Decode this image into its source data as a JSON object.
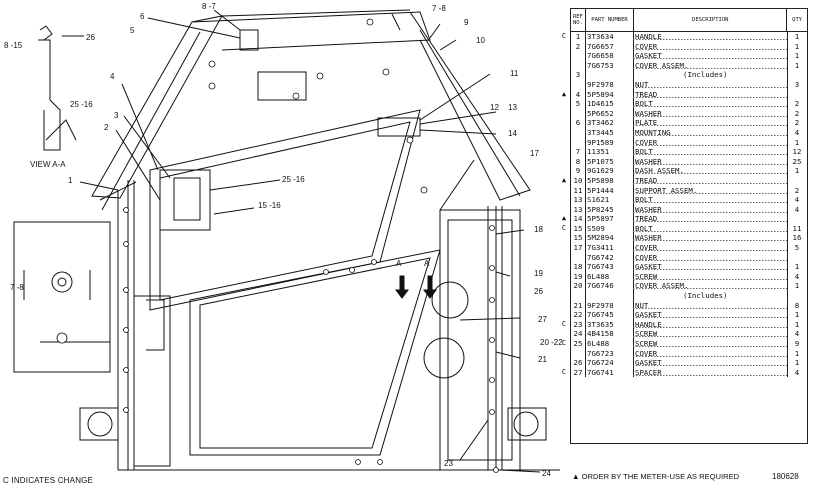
{
  "drawing": {
    "view_label": "VIEW A-A",
    "section_markers": [
      "A",
      "A"
    ],
    "callouts": [
      "8 -7",
      "7 -8",
      "6",
      "9",
      "5",
      "10",
      "26",
      "8 -15",
      "11",
      "4",
      "12",
      "13",
      "14",
      "25 -16",
      "3",
      "2",
      "17",
      "25 -16",
      "15 -16",
      "1",
      "18",
      "19",
      "26",
      "27",
      "20 -22",
      "21",
      "23",
      "24",
      "7 -8"
    ]
  },
  "table": {
    "headers": {
      "ref_no": "REF NO.",
      "part_number": "PART NUMBER",
      "description": "DESCRIPTION",
      "qty": "QTY"
    },
    "rows": [
      {
        "mark": "C",
        "no": "1",
        "pn": "3T3634",
        "desc": "HANDLE",
        "qty": "1"
      },
      {
        "mark": "",
        "no": "2",
        "pn": "7G6657",
        "desc": "COVER",
        "qty": "1"
      },
      {
        "mark": "",
        "no": "",
        "pn": "7G6658",
        "desc": "GASKET",
        "qty": "1"
      },
      {
        "mark": "",
        "no": "",
        "pn": "7G6753",
        "desc": "COVER ASSEM.",
        "qty": "1"
      },
      {
        "mark": "",
        "no": "3",
        "pn": "",
        "desc": "(Includes)",
        "qty": ""
      },
      {
        "mark": "",
        "no": "",
        "pn": "9F2978",
        "desc": "NUT",
        "qty": "3"
      },
      {
        "mark": "▲",
        "no": "4",
        "pn": "5P5894",
        "desc": "TREAD",
        "qty": ""
      },
      {
        "mark": "",
        "no": "5",
        "pn": "1D4615",
        "desc": "BOLT",
        "qty": "2"
      },
      {
        "mark": "",
        "no": "",
        "pn": "5P6652",
        "desc": "WASHER",
        "qty": "2"
      },
      {
        "mark": "",
        "no": "6",
        "pn": "3T3462",
        "desc": "PLATE",
        "qty": "2"
      },
      {
        "mark": "",
        "no": "",
        "pn": "3T3445",
        "desc": "MOUNTING",
        "qty": "4"
      },
      {
        "mark": "",
        "no": "",
        "pn": "9P1589",
        "desc": "COVER",
        "qty": "1"
      },
      {
        "mark": "",
        "no": "7",
        "pn": "11351",
        "desc": "BOLT",
        "qty": "12"
      },
      {
        "mark": "",
        "no": "8",
        "pn": "5P1075",
        "desc": "WASHER",
        "qty": "25"
      },
      {
        "mark": "",
        "no": "9",
        "pn": "9G1629",
        "desc": "DASH ASSEM.",
        "qty": "1"
      },
      {
        "mark": "▲",
        "no": "10",
        "pn": "5P5898",
        "desc": "TREAD",
        "qty": ""
      },
      {
        "mark": "",
        "no": "11",
        "pn": "5P1444",
        "desc": "SUPPORT ASSEM.",
        "qty": "2"
      },
      {
        "mark": "",
        "no": "13",
        "pn": "S1621",
        "desc": "BOLT",
        "qty": "4"
      },
      {
        "mark": "",
        "no": "13",
        "pn": "5P8245",
        "desc": "WASHER",
        "qty": "4"
      },
      {
        "mark": "▲",
        "no": "14",
        "pn": "5P5897",
        "desc": "TREAD",
        "qty": ""
      },
      {
        "mark": "C",
        "no": "15",
        "pn": "S509",
        "desc": "BOLT",
        "qty": "11"
      },
      {
        "mark": "",
        "no": "15",
        "pn": "5M2894",
        "desc": "WASHER",
        "qty": "16"
      },
      {
        "mark": "",
        "no": "17",
        "pn": "7G3411",
        "desc": "COVER",
        "qty": "5"
      },
      {
        "mark": "",
        "no": "",
        "pn": "7G6742",
        "desc": "COVER",
        "qty": ""
      },
      {
        "mark": "",
        "no": "18",
        "pn": "7G6743",
        "desc": "GASKET",
        "qty": "1"
      },
      {
        "mark": "",
        "no": "19",
        "pn": "6L488",
        "desc": "SCREW",
        "qty": "4"
      },
      {
        "mark": "",
        "no": "20",
        "pn": "7G6746",
        "desc": "COVER ASSEM.",
        "qty": "1"
      },
      {
        "mark": "",
        "no": "",
        "pn": "",
        "desc": "(Includes)",
        "qty": ""
      },
      {
        "mark": "",
        "no": "21",
        "pn": "9F2978",
        "desc": "NUT",
        "qty": "8"
      },
      {
        "mark": "",
        "no": "22",
        "pn": "7G6745",
        "desc": "GASKET",
        "qty": "1"
      },
      {
        "mark": "C",
        "no": "23",
        "pn": "3T3635",
        "desc": "HANDLE",
        "qty": "1"
      },
      {
        "mark": "",
        "no": "24",
        "pn": "4B4158",
        "desc": "SCREW",
        "qty": "4"
      },
      {
        "mark": "C",
        "no": "25",
        "pn": "6L488",
        "desc": "SCREW",
        "qty": "9"
      },
      {
        "mark": "",
        "no": "",
        "pn": "7G6723",
        "desc": "COVER",
        "qty": "1"
      },
      {
        "mark": "",
        "no": "26",
        "pn": "7G6724",
        "desc": "GASKET",
        "qty": "1"
      },
      {
        "mark": "C",
        "no": "27",
        "pn": "7G6741",
        "desc": "SPACER",
        "qty": "4"
      }
    ]
  },
  "footer": {
    "left": "C INDICATES CHANGE",
    "right": "▲ ORDER BY THE METER-USE AS REQUIRED",
    "page_id": "180628"
  }
}
